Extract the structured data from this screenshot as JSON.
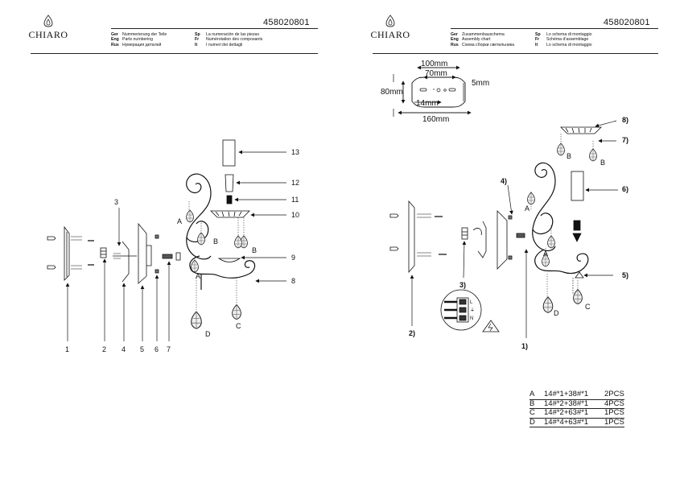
{
  "brand": "CHIARO",
  "article_code": "458020801",
  "left_page": {
    "languages": [
      {
        "code": "Ger",
        "text": "Nummerierung der Teile"
      },
      {
        "code": "Eng",
        "text": "Parts numbering"
      },
      {
        "code": "Rus",
        "text": "Нумерация деталей"
      },
      {
        "code": "Sp",
        "text": "La numeración de las piezas"
      },
      {
        "code": "Fr",
        "text": "Numérotation des composants"
      },
      {
        "code": "It",
        "text": "I numeri dei dettagli"
      }
    ],
    "part_numbers": [
      "1",
      "2",
      "3",
      "4",
      "5",
      "6",
      "7",
      "8",
      "9",
      "10",
      "11",
      "12",
      "13"
    ],
    "pendant_letters": [
      "A",
      "A",
      "B",
      "B",
      "C",
      "D"
    ]
  },
  "right_page": {
    "languages": [
      {
        "code": "Ger",
        "text": "Zusammenbauschema"
      },
      {
        "code": "Eng",
        "text": "Assembly chart"
      },
      {
        "code": "Rus",
        "text": "Схема сборки светильника"
      },
      {
        "code": "Sp",
        "text": "Lo schema di montaggio"
      },
      {
        "code": "Fr",
        "text": "Schéma d'assemblage"
      },
      {
        "code": "It",
        "text": "Lo schema di montaggio"
      }
    ],
    "dimensions": {
      "d100": "100mm",
      "d70": "70mm",
      "d5": "5mm",
      "d80": "80mm",
      "d14": "14mm",
      "d160": "160mm"
    },
    "steps": [
      "1)",
      "2)",
      "3)",
      "4)",
      "5)",
      "6)",
      "7)",
      "8)"
    ],
    "pendant_letters": [
      "A",
      "A",
      "B",
      "B",
      "C",
      "D"
    ],
    "wiring": {
      "l": "L",
      "g": "⏚",
      "n": "N"
    },
    "crystal_table": [
      {
        "letter": "A",
        "spec": "14#*1+38#*1",
        "qty": "2PCS"
      },
      {
        "letter": "B",
        "spec": "14#*2+38#*1",
        "qty": "4PCS"
      },
      {
        "letter": "C",
        "spec": "14#*2+63#*1",
        "qty": "1PCS"
      },
      {
        "letter": "D",
        "spec": "14#*4+63#*1",
        "qty": "1PCS"
      }
    ]
  }
}
